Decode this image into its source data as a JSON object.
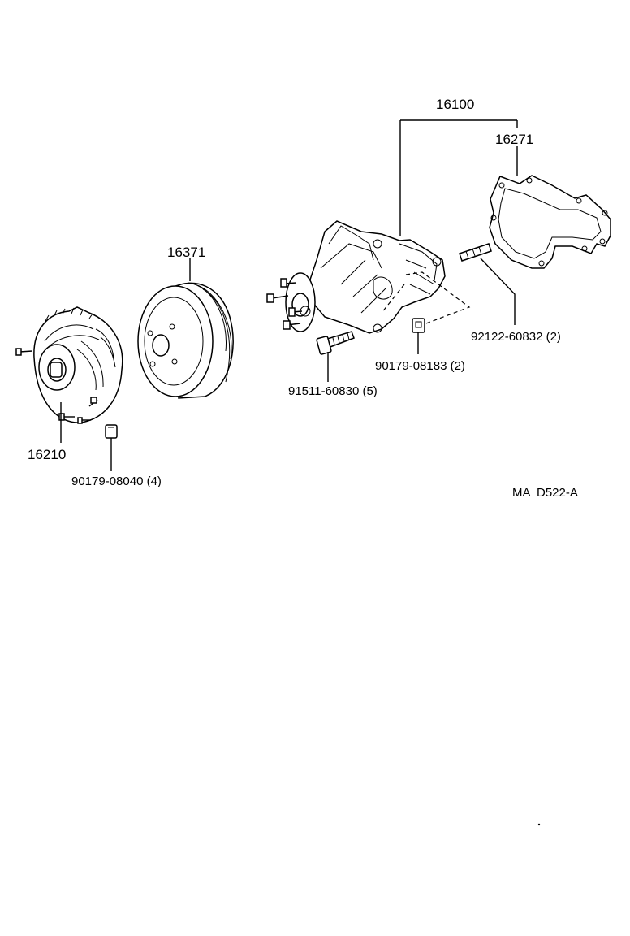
{
  "diagram": {
    "labels": {
      "water_pump_assy": "16100",
      "gasket": "16271",
      "pulley": "16371",
      "fluid_coupling": "16210",
      "stud": "92122-60832 (2)",
      "nut_pump": "90179-08183 (2)",
      "bolt_pump": "91511-60830 (5)",
      "nut_coupling": "90179-08040 (4)",
      "drawing_code": "MA  D522-A"
    }
  }
}
